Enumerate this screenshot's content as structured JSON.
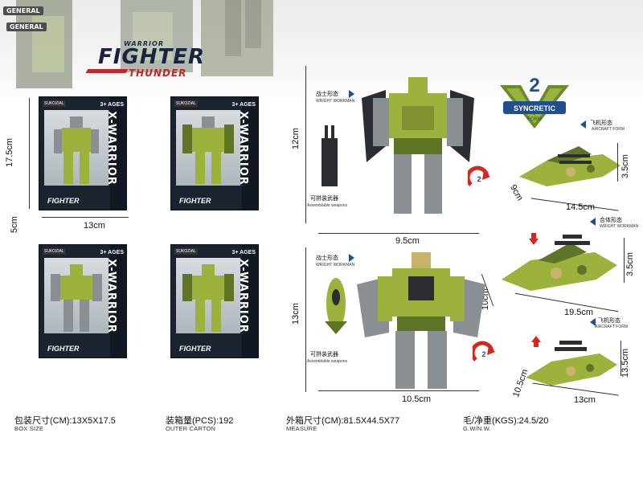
{
  "banner": {
    "badge_top": "GENERAL",
    "badge_bottom": "GENERAL",
    "logo_line1": "WARRIOR",
    "logo_line2": "FIGHTER",
    "logo_line3": "THUNDER"
  },
  "boxes": {
    "side_text": "X-WARRIOR",
    "age_label": "3+ AGES",
    "logo": "FIGHTER",
    "brand": "SUKOZIAL",
    "height_dim": "17.5cm",
    "depth_dim": "5cm",
    "width_dim": "13cm"
  },
  "section1": {
    "mode_label": "战士形态",
    "mode_label_en": "WRIGHT WORKMAN",
    "height_dim": "12cm",
    "width_dim": "9.5cm",
    "weapon_label": "可拼装武器",
    "weapon_label_en": "Assemblable weapons",
    "aircraft_label": "飞机形态",
    "aircraft_label_en": "AIRCRAFT FORM",
    "jet_depth_dim": "9cm",
    "jet_height_dim": "3.5cm",
    "jet_length_dim": "14.5cm",
    "combo_label": "合体形态",
    "combo_label_en": "WRIGHT WORKMAN"
  },
  "badge": {
    "number": "2",
    "line1": "SYNCRETIC",
    "line2": "FORM"
  },
  "section2": {
    "mode_label": "战士形态",
    "mode_label_en": "WRIGHT WORKMAN",
    "height_dim": "13cm",
    "width_dim": "10.5cm",
    "weapon_label": "可拼装武器",
    "weapon_label_en": "Assemblable weapons",
    "combo_depth_dim": "10cm",
    "combo_height_dim": "3.5cm",
    "combo_length_dim": "19.5cm",
    "aircraft_label": "飞机形态",
    "aircraft_label_en": "AIRCRAFT FORM",
    "jet_depth_dim": "10.5cm",
    "jet_height_dim": "13.5cm",
    "jet_length_dim": "13cm"
  },
  "footer": {
    "box_size": "包装尺寸(CM):13X5X17.5",
    "box_size_en": "BOX SIZE",
    "outer_carton": "装箱量(PCS):192",
    "outer_carton_en": "OUTER CARTON",
    "measure": "外箱尺寸(CM):81.5X44.5X77",
    "measure_en": "MEASURE",
    "weight": "毛/净重(KGS):24.5/20",
    "weight_en": "G.W/N.W."
  },
  "colors": {
    "olive": "#9bb33c",
    "olive_dark": "#5f7424",
    "grey": "#8a8f93",
    "box_dark": "#1b2230",
    "accent_blue": "#1d4f91",
    "arrow_red": "#d7261e"
  }
}
